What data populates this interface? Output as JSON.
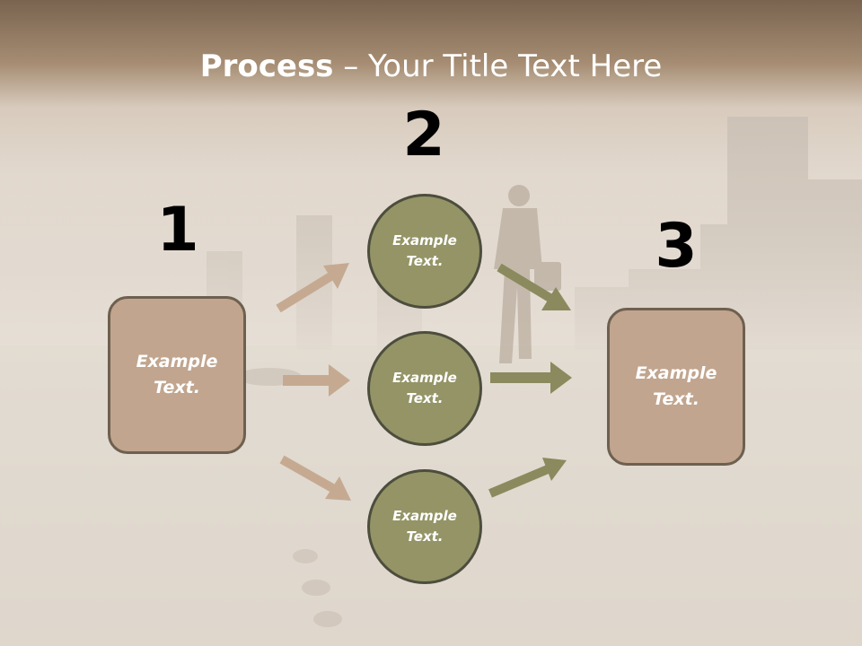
{
  "title": {
    "bold": "Process",
    "rest": " – Your Title Text Here"
  },
  "steps": [
    {
      "number": "1",
      "text": "Example\nText."
    },
    {
      "number": "2",
      "text": ""
    },
    {
      "number": "3",
      "text": "Example\nText."
    }
  ],
  "middle_nodes": [
    {
      "text": "Example\nText."
    },
    {
      "text": "Example\nText."
    },
    {
      "text": "Example\nText."
    }
  ],
  "colors": {
    "box_fill": "#c1a58e",
    "circle_fill": "#949467",
    "left_arrow": "#c5aa91",
    "right_arrow": "#8a8a5e"
  }
}
